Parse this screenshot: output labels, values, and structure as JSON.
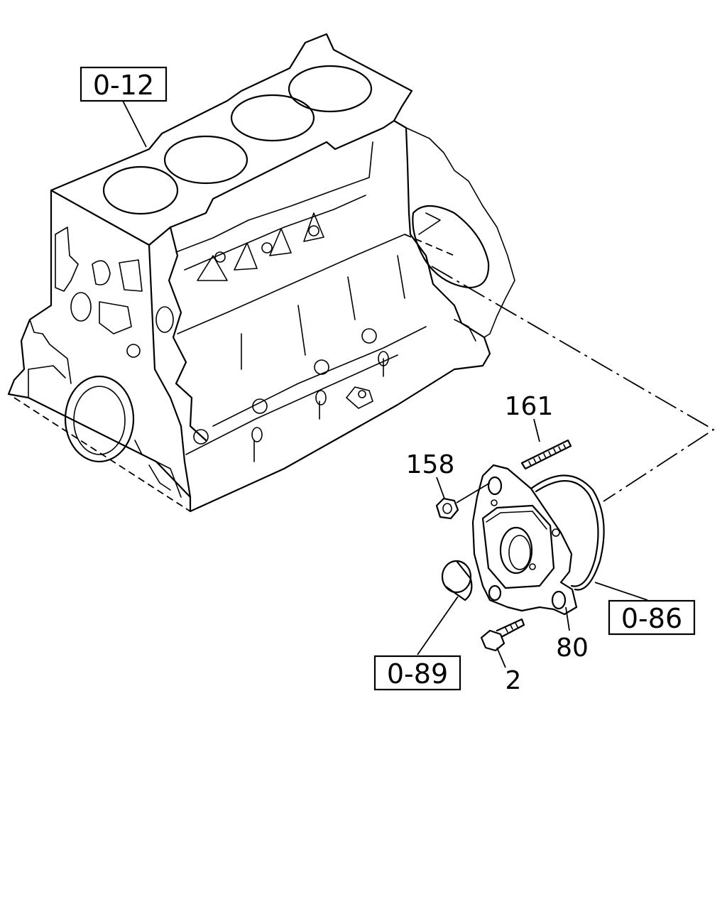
{
  "references": {
    "engine_block": "0-12",
    "oil_seal": "0-86",
    "plug": "0-89"
  },
  "parts": {
    "stud": "161",
    "nut": "158",
    "dowel": "80",
    "bolt": "2"
  }
}
